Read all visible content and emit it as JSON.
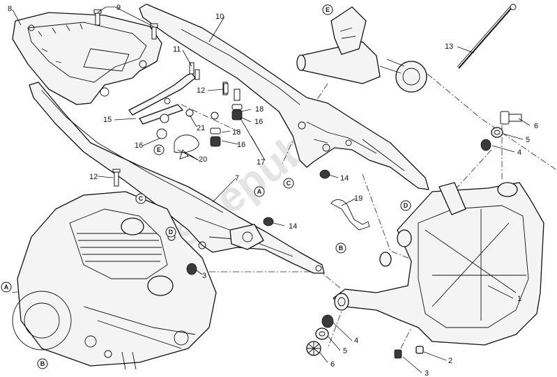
{
  "watermark": "PartsRepublik",
  "part_numbers": [
    {
      "id": "p8",
      "label": "8"
    },
    {
      "id": "p9",
      "label": "9"
    },
    {
      "id": "p10",
      "label": "10"
    },
    {
      "id": "p11",
      "label": "11"
    },
    {
      "id": "p12a",
      "label": "12"
    },
    {
      "id": "p12b",
      "label": "12"
    },
    {
      "id": "p13",
      "label": "13"
    },
    {
      "id": "p15",
      "label": "15"
    },
    {
      "id": "p21",
      "label": "21"
    },
    {
      "id": "p18a",
      "label": "18"
    },
    {
      "id": "p18b",
      "label": "18"
    },
    {
      "id": "p16a",
      "label": "16"
    },
    {
      "id": "p16b",
      "label": "16"
    },
    {
      "id": "p16c",
      "label": "16"
    },
    {
      "id": "p20",
      "label": "20"
    },
    {
      "id": "p17",
      "label": "17"
    },
    {
      "id": "p14a",
      "label": "14"
    },
    {
      "id": "p14b",
      "label": "14"
    },
    {
      "id": "p7",
      "label": "7"
    },
    {
      "id": "p19",
      "label": "19"
    },
    {
      "id": "p6a",
      "label": "6"
    },
    {
      "id": "p5a",
      "label": "5"
    },
    {
      "id": "p4a",
      "label": "4"
    },
    {
      "id": "p3a",
      "label": "3"
    },
    {
      "id": "p1",
      "label": "1"
    },
    {
      "id": "p4b",
      "label": "4"
    },
    {
      "id": "p5b",
      "label": "5"
    },
    {
      "id": "p6b",
      "label": "6"
    },
    {
      "id": "p2",
      "label": "2"
    },
    {
      "id": "p3b",
      "label": "3"
    }
  ],
  "reference_markers": [
    {
      "id": "rE1",
      "label": "E"
    },
    {
      "id": "rE2",
      "label": "E"
    },
    {
      "id": "rC1",
      "label": "C"
    },
    {
      "id": "rC2",
      "label": "C"
    },
    {
      "id": "rD1",
      "label": "D"
    },
    {
      "id": "rD2",
      "label": "D"
    },
    {
      "id": "rA1",
      "label": "A"
    },
    {
      "id": "rA2",
      "label": "A"
    },
    {
      "id": "rB1",
      "label": "B"
    },
    {
      "id": "rB2",
      "label": "B"
    }
  ]
}
